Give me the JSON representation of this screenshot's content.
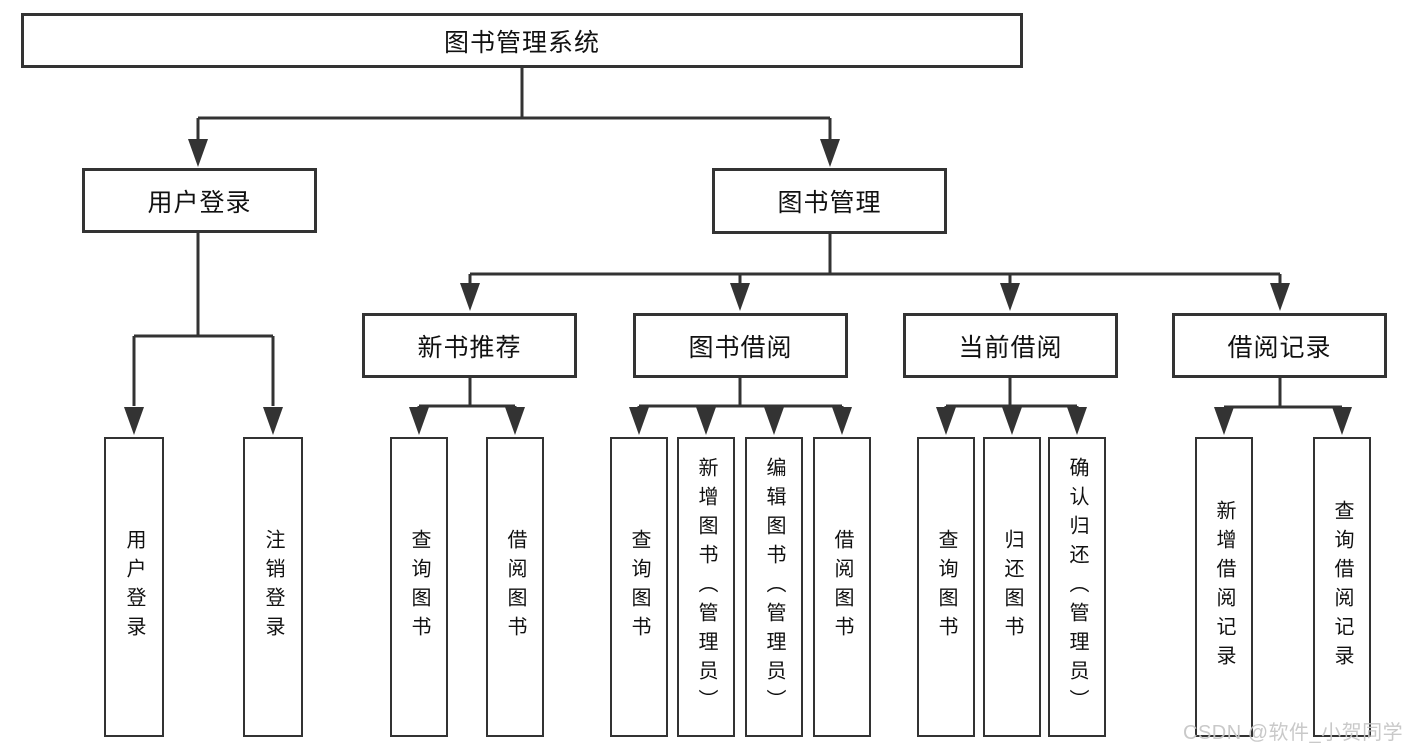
{
  "diagram": {
    "root": {
      "label": "图书管理系统"
    },
    "branches": {
      "login": {
        "label": "用户登录",
        "children": [
          {
            "label": "用户登录"
          },
          {
            "label": "注销登录"
          }
        ]
      },
      "management": {
        "label": "图书管理",
        "groups": [
          {
            "label": "新书推荐",
            "children": [
              {
                "label": "查询图书"
              },
              {
                "label": "借阅图书"
              }
            ]
          },
          {
            "label": "图书借阅",
            "children": [
              {
                "label": "查询图书"
              },
              {
                "label": "新增图书（管理员）"
              },
              {
                "label": "编辑图书（管理员）"
              },
              {
                "label": "借阅图书"
              }
            ]
          },
          {
            "label": "当前借阅",
            "children": [
              {
                "label": "查询图书"
              },
              {
                "label": "归还图书"
              },
              {
                "label": "确认归还（管理员）"
              }
            ]
          },
          {
            "label": "借阅记录",
            "children": [
              {
                "label": "新增借阅记录"
              },
              {
                "label": "查询借阅记录"
              }
            ]
          }
        ]
      }
    },
    "colors": {
      "line": "#333333",
      "box_border": "#333333",
      "box_fill": "#ffffff",
      "text": "#111111",
      "watermark": "#c6c6c6"
    }
  },
  "watermark": {
    "text": "CSDN @软件_小贺同学"
  }
}
